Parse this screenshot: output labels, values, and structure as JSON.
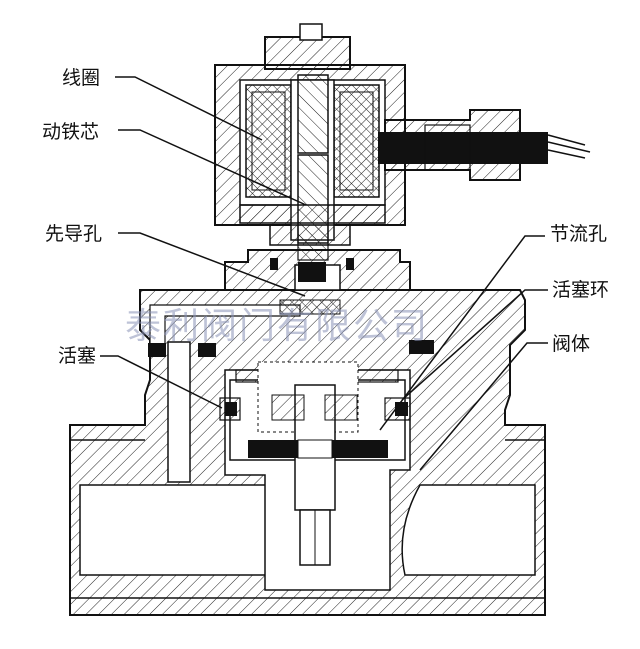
{
  "labels": {
    "coil": "线圈",
    "plunger": "动铁芯",
    "pilot_hole": "先导孔",
    "orifice": "节流孔",
    "piston_ring": "活塞环",
    "body": "阀体",
    "piston": "活塞"
  },
  "watermark": "泰利阀门有限公司",
  "colors": {
    "line": "#111111",
    "hatch": "#222222",
    "watermark": "#8a93b8"
  }
}
